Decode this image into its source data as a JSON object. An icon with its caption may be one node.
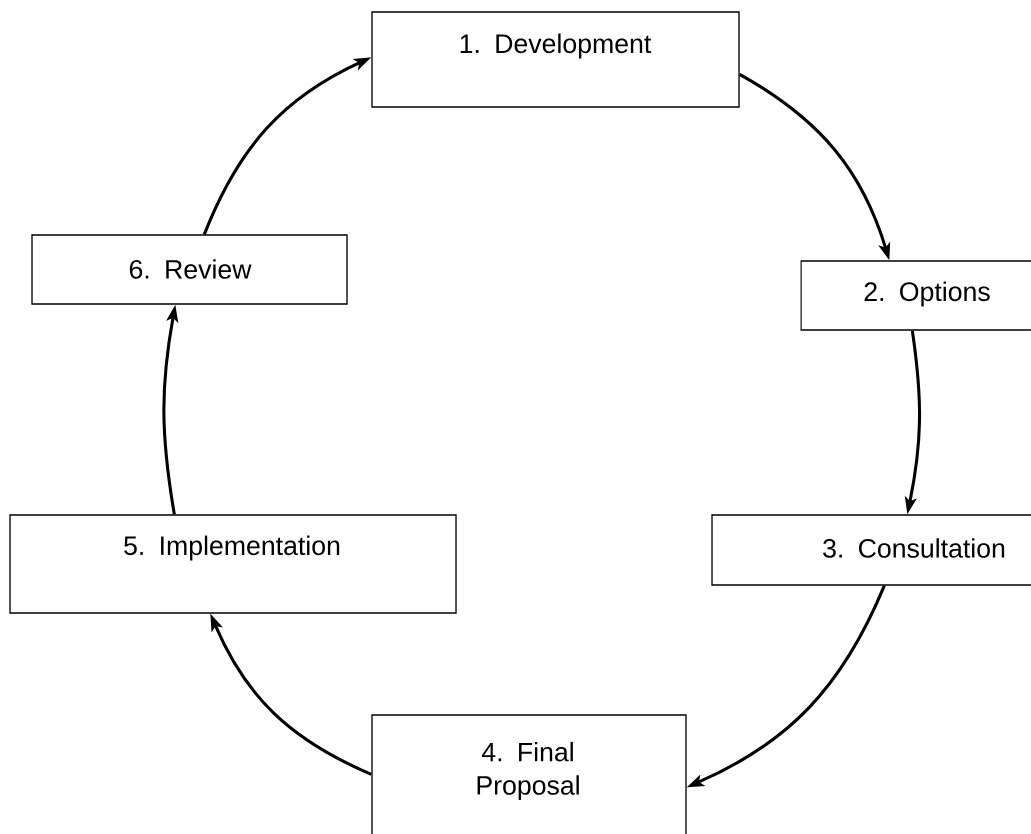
{
  "diagram": {
    "nodes": [
      {
        "text": [
          "1. Development"
        ]
      },
      {
        "text": [
          "2. Options"
        ]
      },
      {
        "text": [
          "3. Consultation"
        ]
      },
      {
        "text": [
          "4. Final Proposal"
        ]
      },
      {
        "text": [
          "5. Implementation"
        ]
      },
      {
        "text": [
          "6. Review"
        ]
      }
    ],
    "edges": [
      {
        "from": 0,
        "to": 1,
        "arrow": "to"
      },
      {
        "from": 1,
        "to": 2,
        "arrow": "to"
      },
      {
        "from": 2,
        "to": 3,
        "arrow": "to"
      },
      {
        "from": 3,
        "to": 4,
        "arrow": "to"
      },
      {
        "from": 4,
        "to": 5,
        "arrow": "to"
      },
      {
        "from": 5,
        "to": 0,
        "arrow": "to"
      }
    ]
  }
}
